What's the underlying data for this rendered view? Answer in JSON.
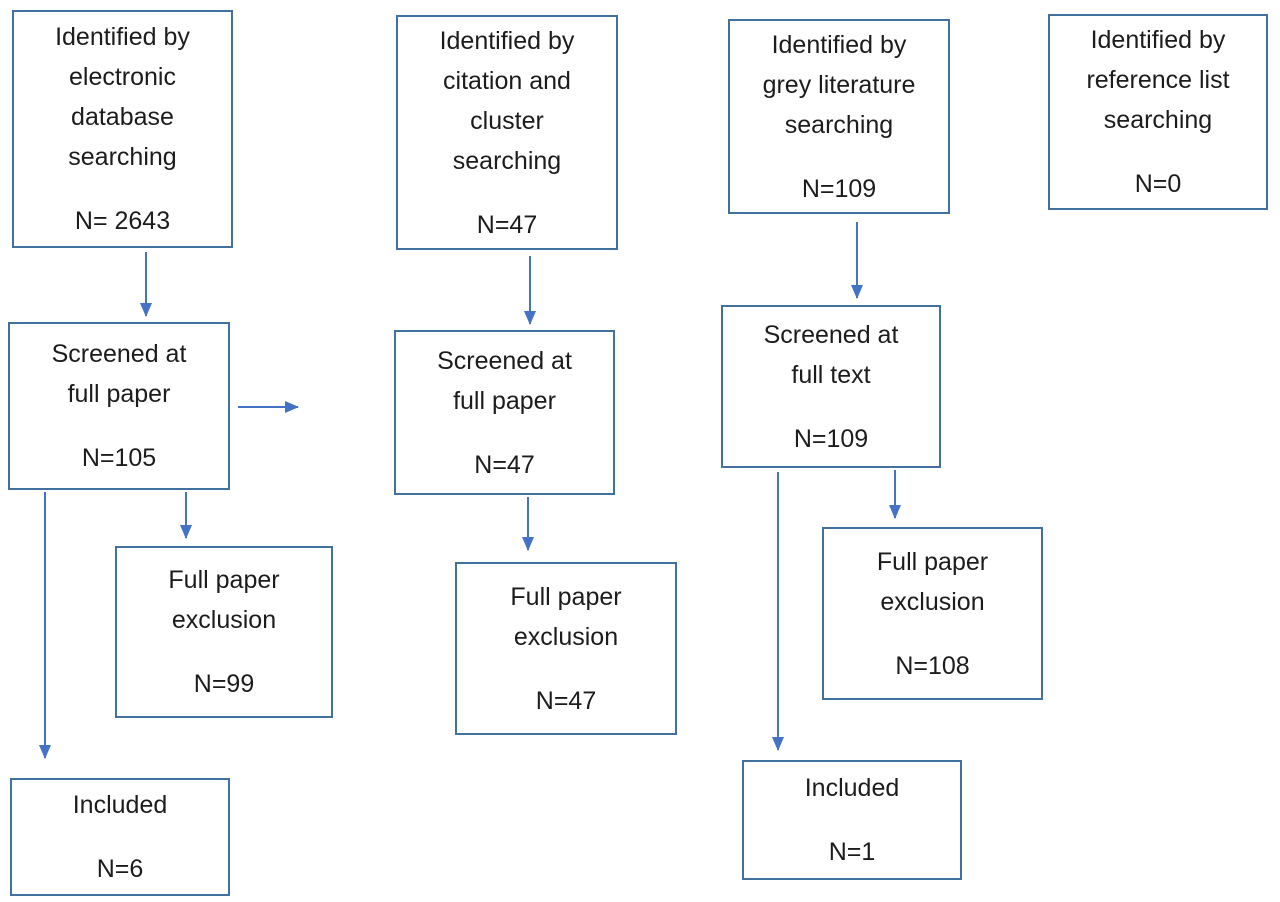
{
  "colors": {
    "box_border": "#41719C",
    "arrow": "#4472C4",
    "text": "#1c1c1c",
    "background": "#ffffff"
  },
  "boxes": {
    "db_identified": {
      "lines": [
        "Identified by",
        "electronic",
        "database",
        "searching"
      ],
      "n": "N= 2643"
    },
    "db_screened": {
      "lines": [
        "Screened at",
        "full paper"
      ],
      "n": "N=105"
    },
    "db_exclusion": {
      "lines": [
        "Full paper",
        "exclusion"
      ],
      "n": "N=99"
    },
    "db_included": {
      "lines": [
        "Included"
      ],
      "n": "N=6"
    },
    "citation_identified": {
      "lines": [
        "Identified by",
        "citation and",
        "cluster",
        "searching"
      ],
      "n": "N=47"
    },
    "citation_screened": {
      "lines": [
        "Screened at",
        "full paper"
      ],
      "n": "N=47"
    },
    "citation_exclusion": {
      "lines": [
        "Full paper",
        "exclusion"
      ],
      "n": "N=47"
    },
    "grey_identified": {
      "lines": [
        "Identified by",
        "grey literature",
        "searching"
      ],
      "n": "N=109"
    },
    "grey_screened": {
      "lines": [
        "Screened at",
        "full text"
      ],
      "n": "N=109"
    },
    "grey_exclusion": {
      "lines": [
        "Full paper",
        "exclusion"
      ],
      "n": "N=108"
    },
    "grey_included": {
      "lines": [
        "Included"
      ],
      "n": "N=1"
    },
    "reference_identified": {
      "lines": [
        "Identified by",
        "reference list",
        "searching"
      ],
      "n": "N=0"
    }
  }
}
